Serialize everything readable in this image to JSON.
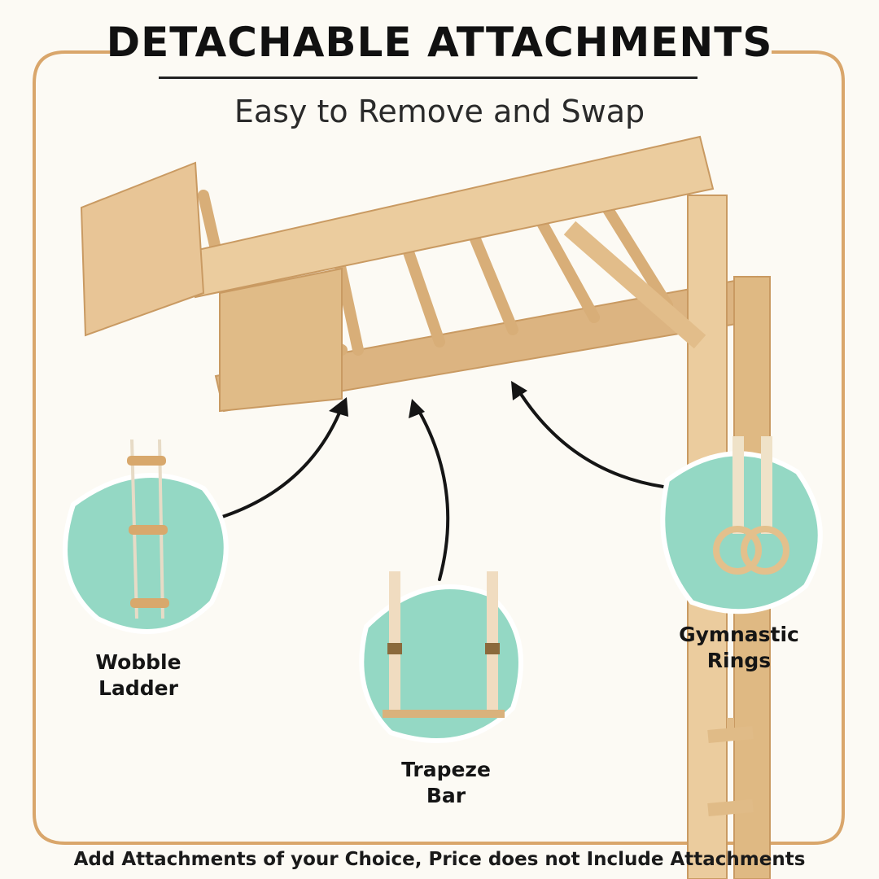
{
  "header": {
    "title": "DETACHABLE ATTACHMENTS",
    "subtitle": "Easy to Remove and Swap"
  },
  "attachments": [
    {
      "name": "Wobble\nLadder",
      "line1": "Wobble",
      "line2": "Ladder",
      "icon": "rope-ladder-icon"
    },
    {
      "name": "Trapeze Bar",
      "line1": "Trapeze",
      "line2": "Bar",
      "icon": "trapeze-bar-icon"
    },
    {
      "name": "Gymnastic Rings",
      "line1": "Gymnastic",
      "line2": "Rings",
      "icon": "gymnastic-rings-icon"
    }
  ],
  "footer": {
    "note": "Add Attachments of your Choice, Price does not Include Attachments"
  },
  "colors": {
    "background": "#fcfaf4",
    "frame": "#d9a66b",
    "wood": "#e8c79a",
    "wood_dark": "#c99a62",
    "mint": "#94d8c4",
    "text": "#111111"
  }
}
